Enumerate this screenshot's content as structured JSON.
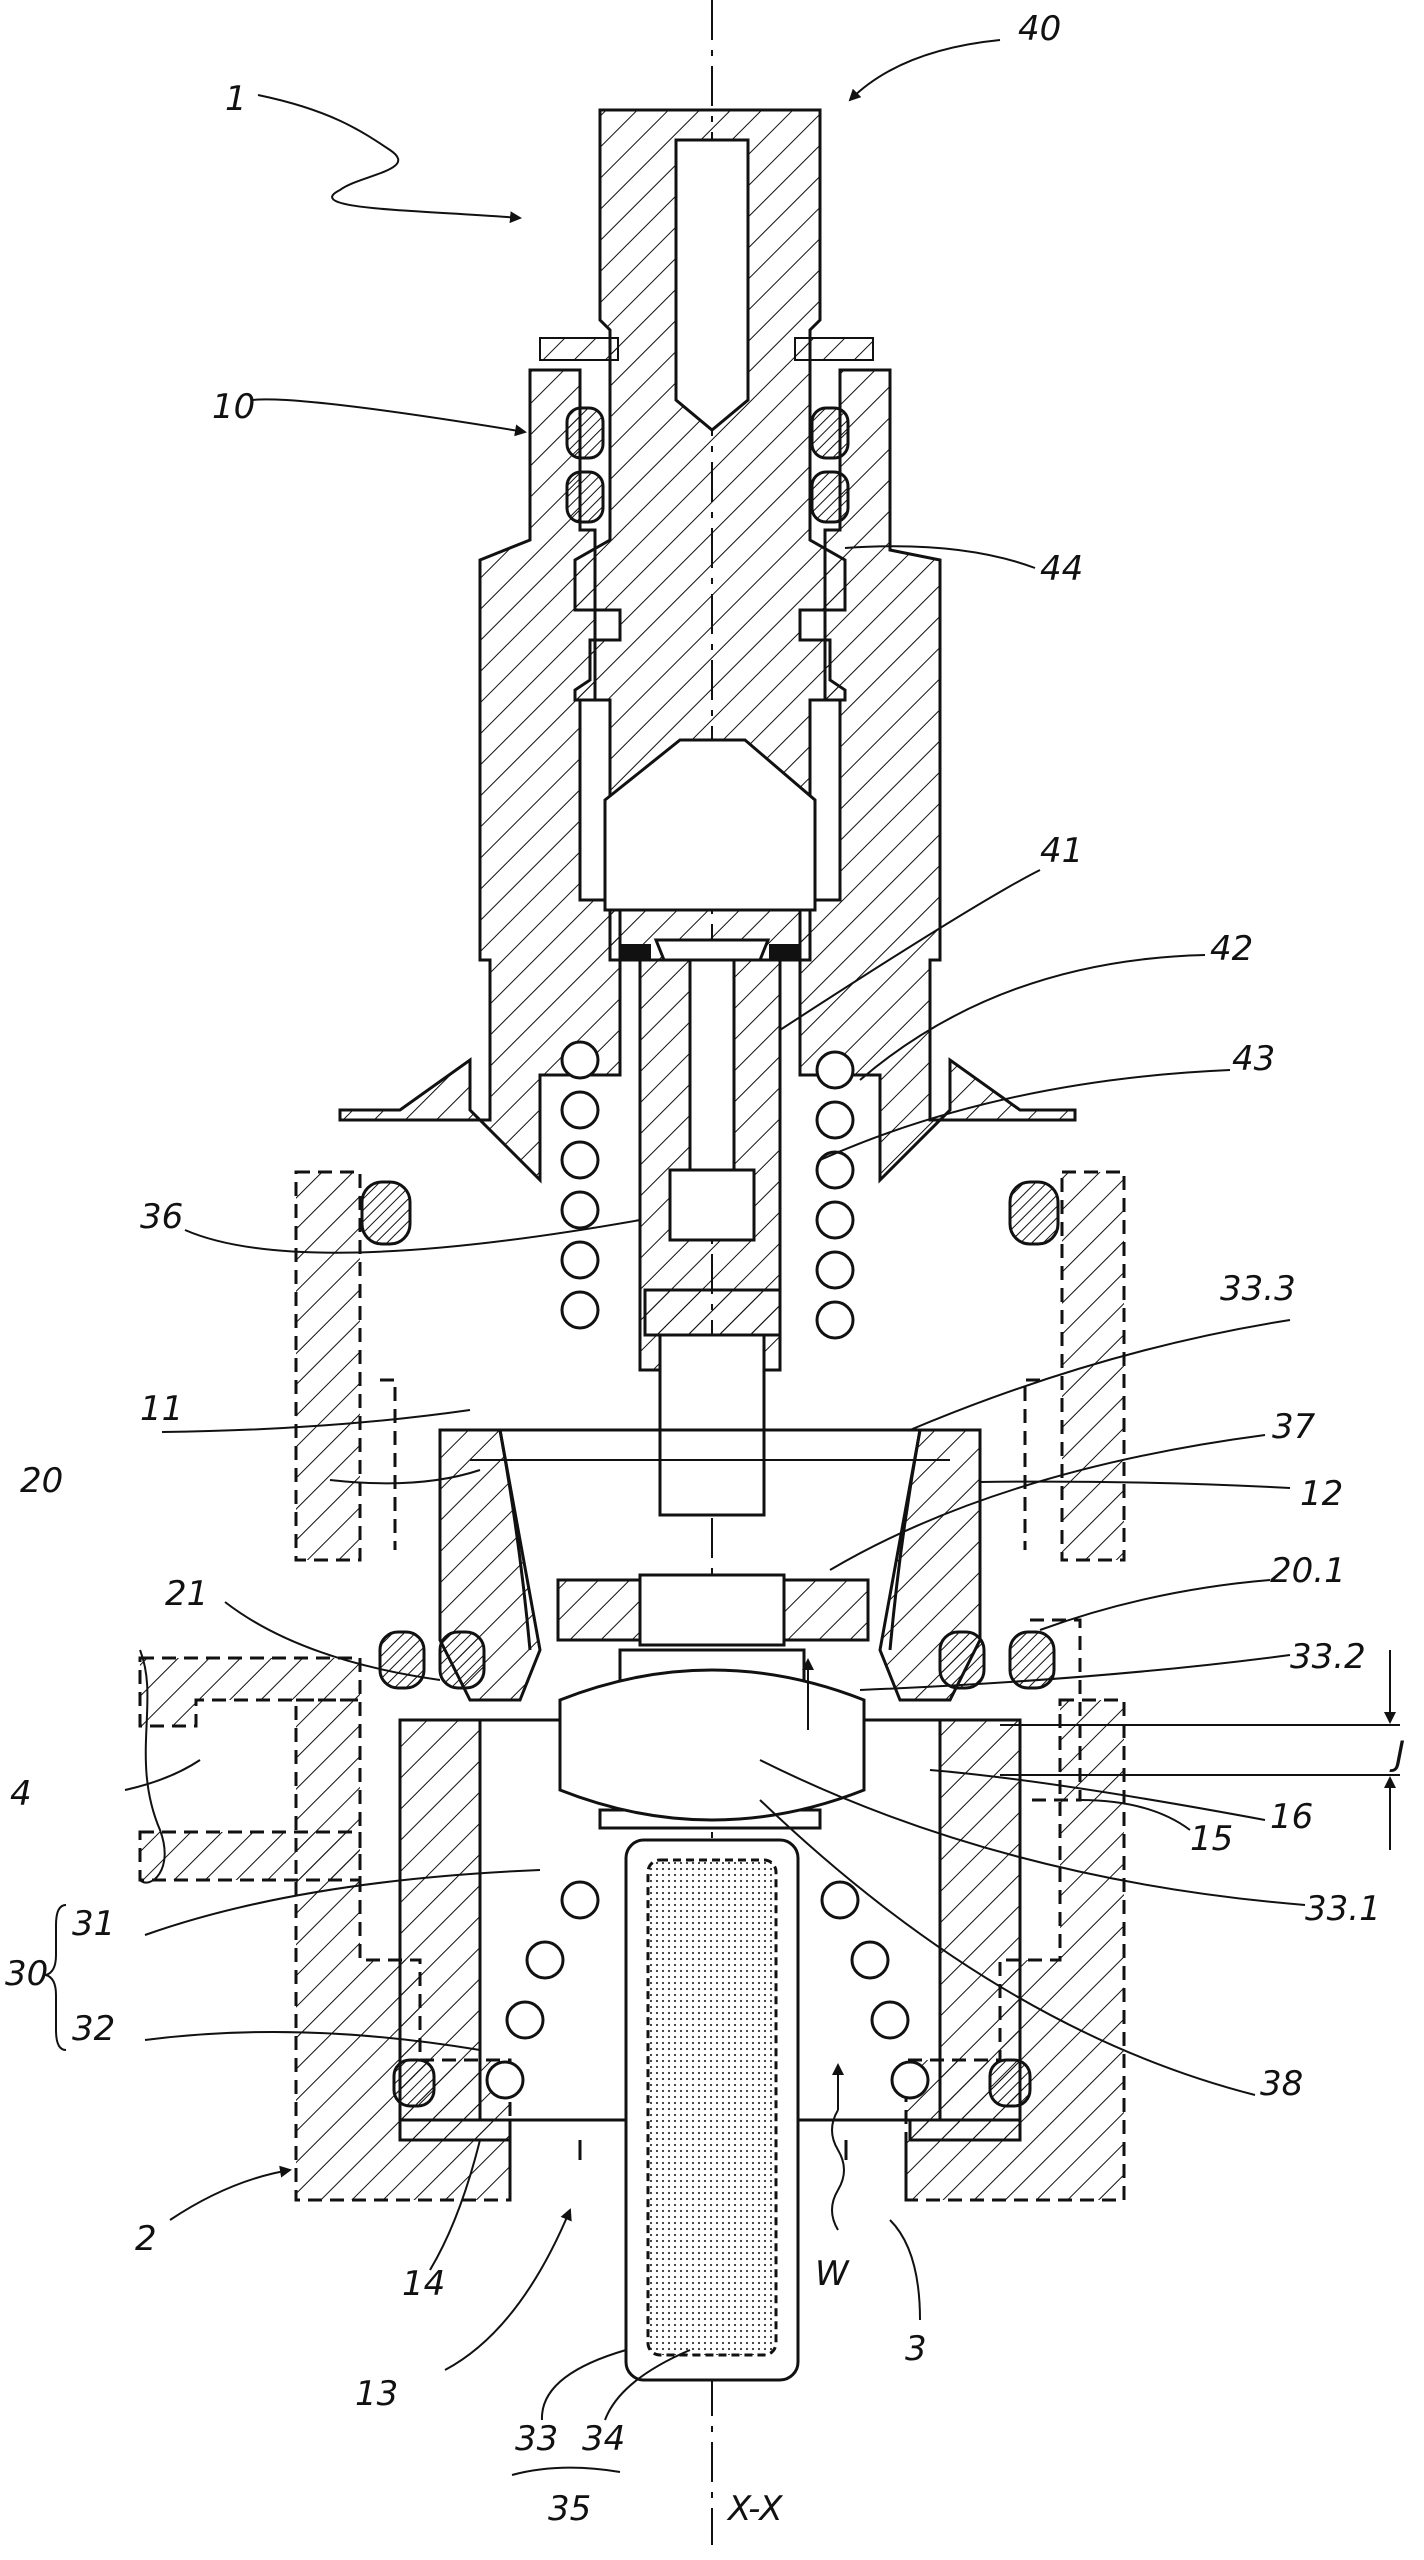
{
  "axis_label": "X-X",
  "labels": {
    "n1": "1",
    "n2": "2",
    "n3": "3",
    "n4": "4",
    "n10": "10",
    "n11": "11",
    "n12": "12",
    "n13": "13",
    "n14": "14",
    "n15": "15",
    "n16": "16",
    "n20": "20",
    "n20_1": "20.1",
    "n21": "21",
    "n30": "30",
    "n31": "31",
    "n32": "32",
    "n33": "33",
    "n33_1": "33.1",
    "n33_2": "33.2",
    "n33_3": "33.3",
    "n34": "34",
    "n35": "35",
    "n36": "36",
    "n37": "37",
    "n38": "38",
    "n40": "40",
    "n41": "41",
    "n42": "42",
    "n43": "43",
    "n44": "44",
    "J": "J",
    "W": "W"
  }
}
